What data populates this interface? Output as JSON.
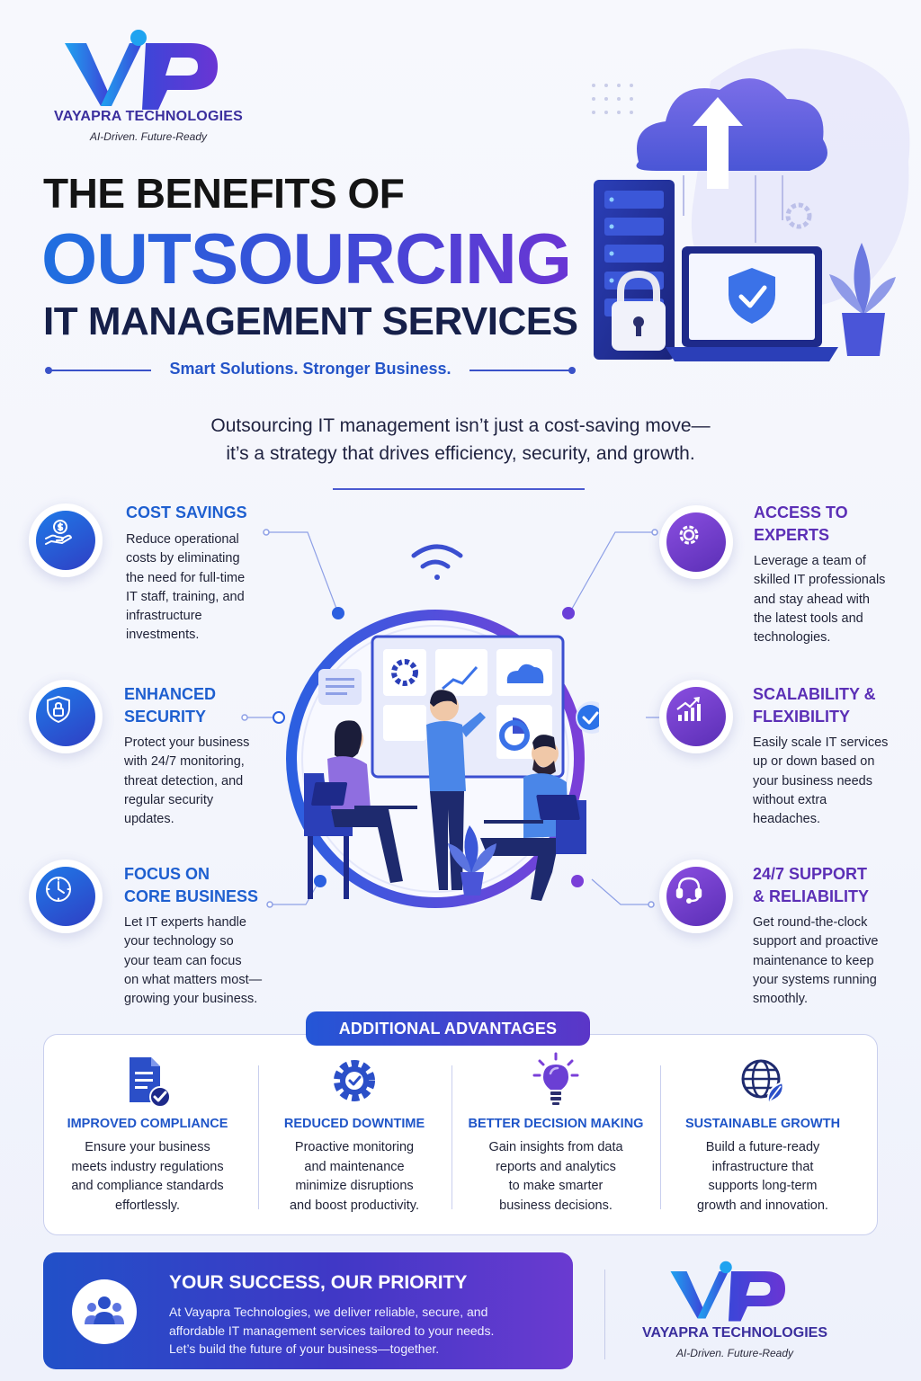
{
  "brand": {
    "name": "VAYAPRA TECHNOLOGIES",
    "tagline": "AI-Driven. Future-Ready",
    "logo_letters": "VP"
  },
  "hero": {
    "title_line1": "THE BENEFITS OF",
    "title_line2": "OUTSOURCING",
    "title_line3": "IT MANAGEMENT SERVICES",
    "tagline": "Smart Solutions. Stronger Business."
  },
  "intro": {
    "line1": "Outsourcing IT management isn’t just a cost-saving move—",
    "line2": "it’s a strategy that drives efficiency, security, and growth."
  },
  "benefits": [
    {
      "title1": "COST SAVINGS",
      "title2": "",
      "icon": "dollar-hand-icon",
      "lines": [
        "Reduce operational",
        "costs by eliminating",
        "the need for full-time",
        "IT staff, training, and",
        "infrastructure",
        "investments."
      ]
    },
    {
      "title1": "ENHANCED",
      "title2": "SECURITY",
      "icon": "shield-lock-icon",
      "lines": [
        "Protect your business",
        "with 24/7 monitoring,",
        "threat detection, and",
        "regular security",
        "updates."
      ]
    },
    {
      "title1": "FOCUS ON",
      "title2": "CORE BUSINESS",
      "icon": "clock-icon",
      "lines": [
        "Let IT experts handle",
        "your technology so",
        "your team can focus",
        "on what matters most—",
        "growing your business."
      ]
    },
    {
      "title1": "ACCESS TO",
      "title2": "EXPERTS",
      "icon": "gear-icon",
      "lines": [
        "Leverage a team of",
        "skilled IT professionals",
        "and stay ahead with",
        "the latest tools and",
        "technologies."
      ]
    },
    {
      "title1": "SCALABILITY &",
      "title2": "FLEXIBILITY",
      "icon": "growth-chart-icon",
      "lines": [
        "Easily scale IT services",
        "up or down based on",
        "your business needs",
        "without extra",
        "headaches."
      ]
    },
    {
      "title1": "24/7 SUPPORT",
      "title2": "& RELIABILITY",
      "icon": "headset-icon",
      "lines": [
        "Get round-the-clock",
        "support and proactive",
        "maintenance to keep",
        "your systems running",
        "smoothly."
      ]
    }
  ],
  "advantages": {
    "heading": "ADDITIONAL ADVANTAGES",
    "items": [
      {
        "title": "IMPROVED COMPLIANCE",
        "icon": "document-check-icon",
        "lines": [
          "Ensure your business",
          "meets industry regulations",
          "and compliance standards",
          "effortlessly."
        ]
      },
      {
        "title": "REDUCED DOWNTIME",
        "icon": "gear-check-icon",
        "lines": [
          "Proactive monitoring",
          "and maintenance",
          "minimize disruptions",
          "and boost productivity."
        ]
      },
      {
        "title": "BETTER DECISION MAKING",
        "icon": "lightbulb-icon",
        "lines": [
          "Gain insights from data",
          "reports and analytics",
          "to make smarter",
          "business decisions."
        ]
      },
      {
        "title": "SUSTAINABLE GROWTH",
        "icon": "globe-leaf-icon",
        "lines": [
          "Build a future-ready",
          "infrastructure that",
          "supports long-term",
          "growth and innovation."
        ]
      }
    ]
  },
  "footer": {
    "title": "YOUR SUCCESS, OUR PRIORITY",
    "lines": [
      "At Vayapra Technologies, we deliver reliable, secure, and",
      "affordable IT management services tailored to your needs.",
      "Let’s build the future of your business—together."
    ],
    "icon": "team-icon"
  },
  "colors": {
    "primary_blue": "#1e5fd0",
    "primary_purple": "#5b2fb6",
    "text_dark": "#1f2237"
  }
}
